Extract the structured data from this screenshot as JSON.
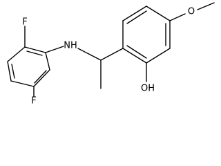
{
  "molecule": {
    "atoms": {
      "fluorine_top": "F",
      "fluorine_bottom": "F",
      "amine": "NH",
      "methoxy_oxygen": "O",
      "hydroxyl": "OH"
    }
  }
}
